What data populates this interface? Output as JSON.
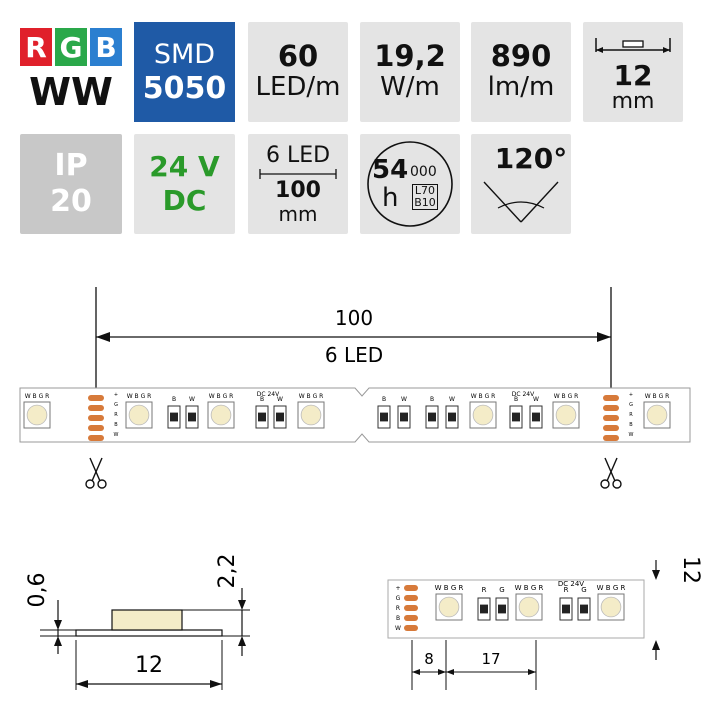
{
  "badges": {
    "rgb": {
      "r": "R",
      "g": "G",
      "b": "B",
      "ww": "WW"
    },
    "smd": {
      "line1": "SMD",
      "line2": "5050"
    },
    "density": {
      "value": "60",
      "unit": "LED/m"
    },
    "power": {
      "value": "19,2",
      "unit": "W/m"
    },
    "lumen": {
      "value": "890",
      "unit": "lm/m"
    },
    "width": {
      "value": "12",
      "unit": "mm"
    },
    "ip": {
      "line1": "IP",
      "line2": "20"
    },
    "voltage": {
      "line1": "24 V",
      "line2": "DC"
    },
    "cut": {
      "top": "6 LED",
      "value": "100",
      "unit": "mm"
    },
    "lifetime": {
      "big": "54",
      "small": "000",
      "h": "h",
      "l70": "L70",
      "b10": "B10"
    },
    "angle": {
      "value": "120°"
    }
  },
  "strip": {
    "dim_top": "100",
    "dim_bottom": "6 LED",
    "pad_labels": [
      "+",
      "G",
      "R",
      "B",
      "W"
    ],
    "led_label": "W B G R",
    "res_labels": [
      "B",
      "W"
    ],
    "res_labels_b": [
      "R",
      "G"
    ],
    "dc_label": "DC 24V"
  },
  "profile": {
    "thickness": "0,6",
    "height": "2,2",
    "width": "12"
  },
  "detail": {
    "pitch_a": "8",
    "pitch_b": "17",
    "strip_width": "12"
  },
  "colors": {
    "red": "#e0202a",
    "green": "#2aa84a",
    "blue": "#2b7fd0",
    "smd_blue": "#1f5aa6",
    "tile_gray": "#e4e4e4",
    "ip_gray": "#c8c8c8",
    "green_text": "#2a9a2a",
    "pad_orange": "#d77a3a",
    "led_warm": "#f4ecc8"
  }
}
